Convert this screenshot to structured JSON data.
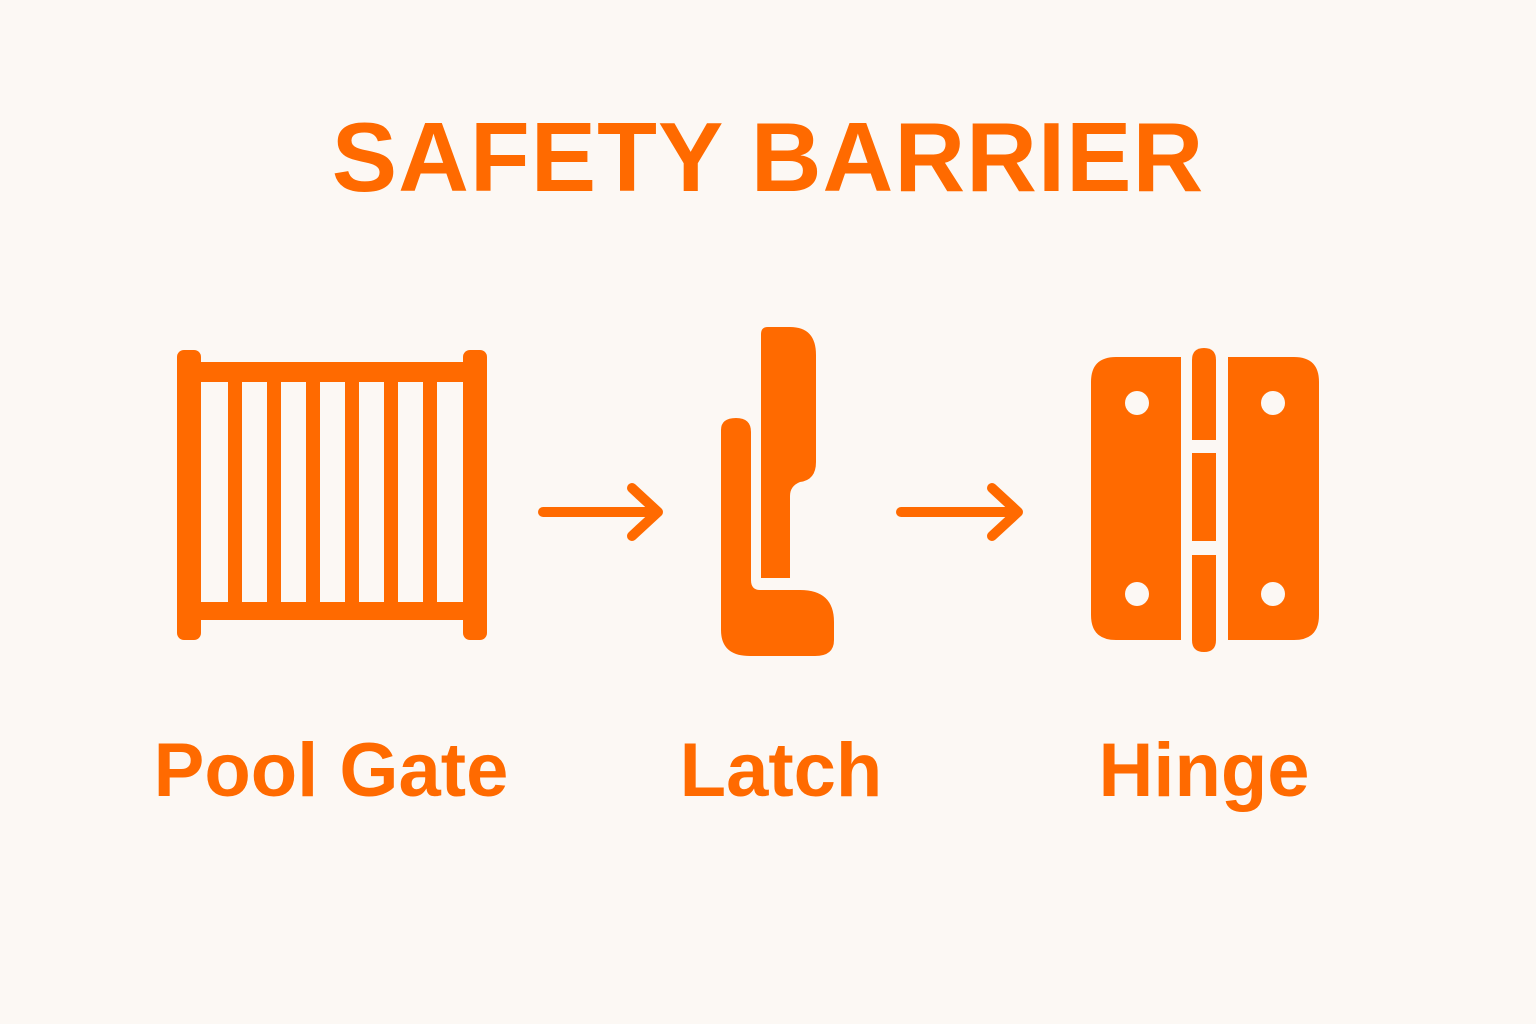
{
  "title": "SAFETY BARRIER",
  "accent_color": "#ff6a00",
  "background_color": "#fcf8f4",
  "steps": [
    {
      "label": "Pool Gate",
      "icon": "pool-gate-icon"
    },
    {
      "label": "Latch",
      "icon": "latch-icon"
    },
    {
      "label": "Hinge",
      "icon": "hinge-icon"
    }
  ],
  "connectors": [
    "arrow-right-icon",
    "arrow-right-icon"
  ]
}
